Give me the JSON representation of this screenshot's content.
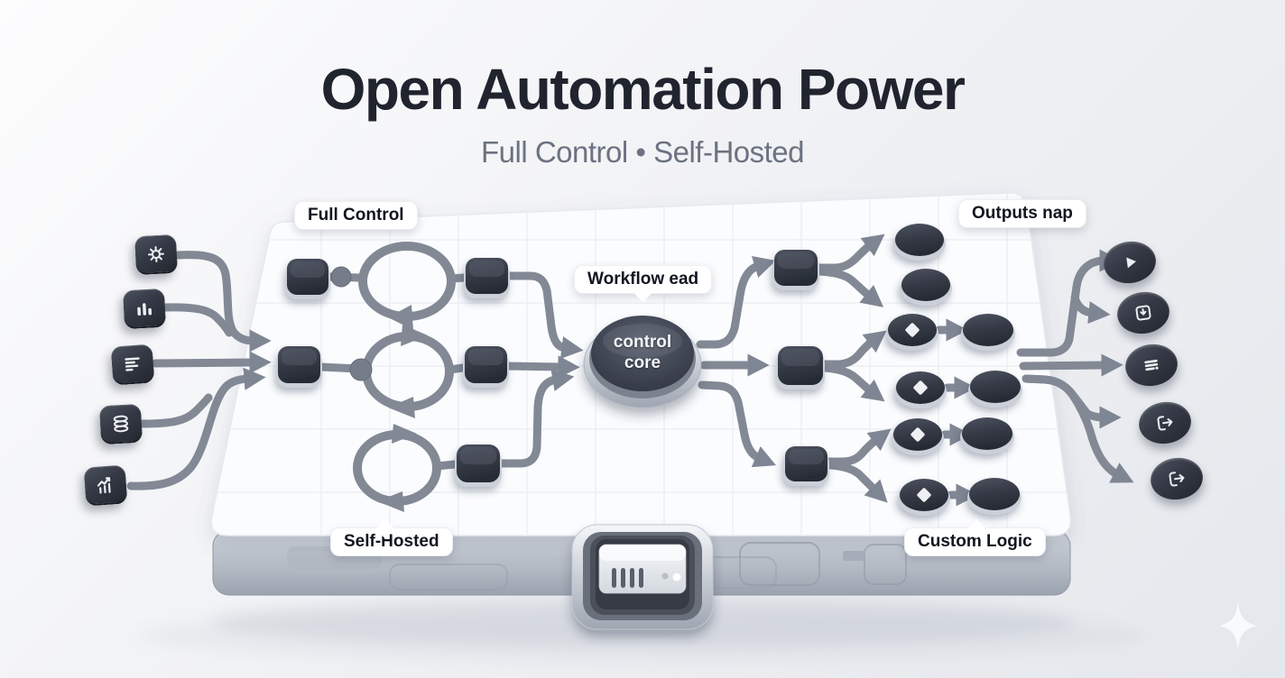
{
  "header": {
    "title": "Open Automation Power",
    "subtitle": "Full Control • Self-Hosted"
  },
  "canvas_labels": {
    "full_control": "Full Control",
    "workflow_head": "Workflow ead",
    "outputs_map": "Outputs nap",
    "self_hosted": "Self-Hosted",
    "custom_logic": "Custom Logic"
  },
  "core": {
    "label": "control core"
  },
  "input_icons": [
    {
      "name": "gear-icon"
    },
    {
      "name": "bar-chart-icon"
    },
    {
      "name": "text-lines-icon"
    },
    {
      "name": "database-icon"
    },
    {
      "name": "trend-chart-icon"
    }
  ],
  "output_icons": [
    {
      "name": "play-icon"
    },
    {
      "name": "inbox-download-icon"
    },
    {
      "name": "list-settings-icon"
    },
    {
      "name": "export-icon"
    },
    {
      "name": "export-icon"
    }
  ],
  "colors": {
    "title_text": "#20242f",
    "subtitle_text": "#6b7280",
    "node_dark": "#343a45",
    "connector_gray": "#828995",
    "canvas_white": "#fbfcfe",
    "label_text": "#10151f"
  }
}
